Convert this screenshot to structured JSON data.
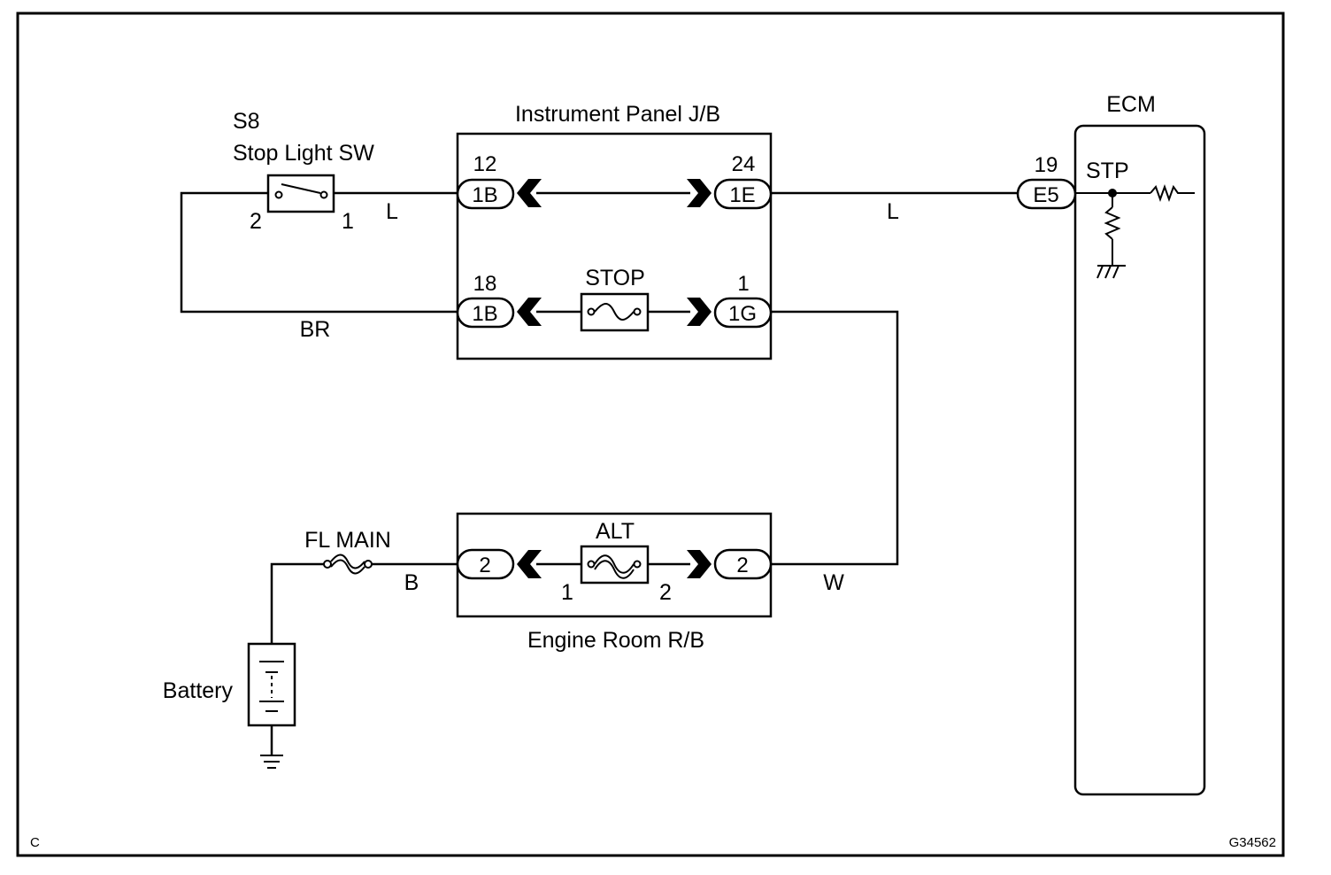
{
  "frame": {
    "corner_code": "C",
    "figure_id": "G34562"
  },
  "stop_light_switch": {
    "ref": "S8",
    "name": "Stop Light SW",
    "pin_left": "2",
    "pin_right": "1"
  },
  "instrument_panel_jb": {
    "title": "Instrument Panel J/B",
    "top_left_pin": "12",
    "top_left_conn": "1B",
    "top_right_pin": "24",
    "top_right_conn": "1E",
    "bottom_left_pin": "18",
    "bottom_left_conn": "1B",
    "bottom_right_pin": "1",
    "bottom_right_conn": "1G",
    "fuse_label": "STOP"
  },
  "engine_room_rb": {
    "title": "Engine Room R/B",
    "left_conn": "2",
    "right_conn": "2",
    "fuse_label": "ALT",
    "fuse_pin_left": "1",
    "fuse_pin_right": "2"
  },
  "ecm": {
    "title": "ECM",
    "pin": "19",
    "conn": "E5",
    "terminal": "STP"
  },
  "fusible_link": {
    "label": "FL MAIN"
  },
  "battery": {
    "label": "Battery"
  },
  "wire_colors": {
    "switch_to_jb": "L",
    "jb_to_ecm": "L",
    "switch_return": "BR",
    "fl_to_rb": "B",
    "rb_to_jb": "W"
  }
}
